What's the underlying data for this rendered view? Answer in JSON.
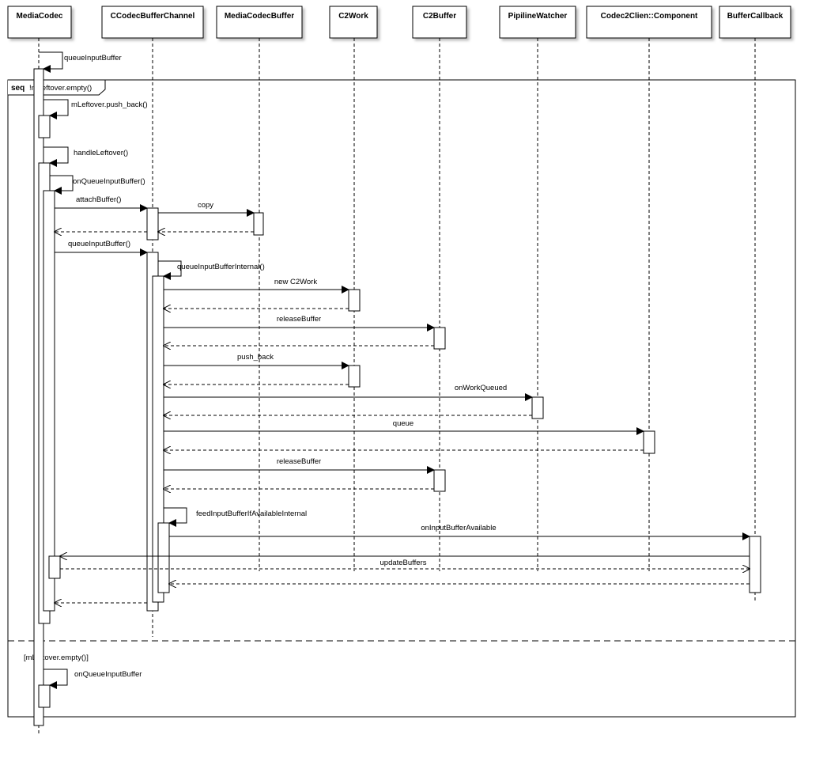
{
  "participants": [
    {
      "id": "mediacodec",
      "label": "MediaCodec"
    },
    {
      "id": "channel",
      "label": "CCodecBufferChannel"
    },
    {
      "id": "mcbuffer",
      "label": "MediaCodecBuffer"
    },
    {
      "id": "c2work",
      "label": "C2Work"
    },
    {
      "id": "c2buffer",
      "label": "C2Buffer"
    },
    {
      "id": "watcher",
      "label": "PipilineWatcher"
    },
    {
      "id": "component",
      "label": "Codec2Clien::Component"
    },
    {
      "id": "callback",
      "label": "BufferCallback"
    }
  ],
  "fragment": {
    "keyword": "seq",
    "guard1": "!mLeftover.empty()",
    "guard2": "[mLeftover.empty()]"
  },
  "messages": [
    {
      "id": "m1",
      "label": "queueInputBuffer"
    },
    {
      "id": "m2",
      "label": "mLeftover.push_back()"
    },
    {
      "id": "m3",
      "label": "handleLeftover()"
    },
    {
      "id": "m4",
      "label": "onQueueInputBuffer()"
    },
    {
      "id": "m5",
      "label": "attachBuffer()"
    },
    {
      "id": "m6",
      "label": "copy"
    },
    {
      "id": "m7",
      "label": "queueInputBuffer()"
    },
    {
      "id": "m8",
      "label": "queueInputBufferInternal()"
    },
    {
      "id": "m9",
      "label": "new C2Work"
    },
    {
      "id": "m10",
      "label": "releaseBuffer"
    },
    {
      "id": "m11",
      "label": "push_back"
    },
    {
      "id": "m12",
      "label": "onWorkQueued"
    },
    {
      "id": "m13",
      "label": "queue"
    },
    {
      "id": "m14",
      "label": "releaseBuffer"
    },
    {
      "id": "m15",
      "label": "feedInputBufferIfAvailableInternal"
    },
    {
      "id": "m16",
      "label": "onInputBufferAvailable"
    },
    {
      "id": "m17",
      "label": "updateBuffers"
    },
    {
      "id": "m18",
      "label": "onQueueInputBuffer"
    }
  ]
}
